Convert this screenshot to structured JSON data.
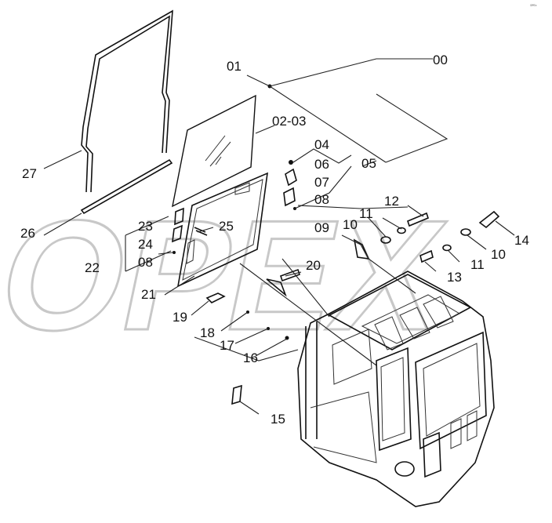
{
  "watermark": "OPEX",
  "corner_mark": "ᴼᴾᴱˣ",
  "callouts": [
    {
      "id": "c00",
      "text": "00"
    },
    {
      "id": "c01",
      "text": "01"
    },
    {
      "id": "c0203",
      "text": "02-03"
    },
    {
      "id": "c04",
      "text": "04"
    },
    {
      "id": "c05",
      "text": "05"
    },
    {
      "id": "c06",
      "text": "06"
    },
    {
      "id": "c07",
      "text": "07"
    },
    {
      "id": "c08a",
      "text": "08"
    },
    {
      "id": "c08b",
      "text": "08"
    },
    {
      "id": "c09",
      "text": "09"
    },
    {
      "id": "c10a",
      "text": "10"
    },
    {
      "id": "c10b",
      "text": "10"
    },
    {
      "id": "c11a",
      "text": "11"
    },
    {
      "id": "c11b",
      "text": "11"
    },
    {
      "id": "c12",
      "text": "12"
    },
    {
      "id": "c13",
      "text": "13"
    },
    {
      "id": "c14",
      "text": "14"
    },
    {
      "id": "c15",
      "text": "15"
    },
    {
      "id": "c16",
      "text": "16"
    },
    {
      "id": "c17",
      "text": "17"
    },
    {
      "id": "c18",
      "text": "18"
    },
    {
      "id": "c19",
      "text": "19"
    },
    {
      "id": "c20",
      "text": "20"
    },
    {
      "id": "c21",
      "text": "21"
    },
    {
      "id": "c22",
      "text": "22"
    },
    {
      "id": "c23",
      "text": "23"
    },
    {
      "id": "c24",
      "text": "24"
    },
    {
      "id": "c25",
      "text": "25"
    },
    {
      "id": "c26",
      "text": "26"
    },
    {
      "id": "c27",
      "text": "27"
    }
  ]
}
